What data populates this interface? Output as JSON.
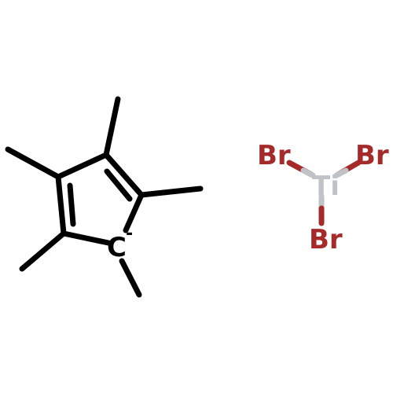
{
  "colors": {
    "bond": "#000000",
    "carbon": "#000000",
    "bromine": "#a52a2a",
    "titanium": "#bfc2c7",
    "background": "#ffffff"
  },
  "atoms": {
    "carbanion": {
      "symbol": "C",
      "charge": "-"
    },
    "titanium": {
      "symbol": "Ti"
    },
    "bromine_left": {
      "symbol": "Br"
    },
    "bromine_right": {
      "symbol": "Br"
    },
    "bromine_bottom": {
      "symbol": "Br"
    }
  }
}
